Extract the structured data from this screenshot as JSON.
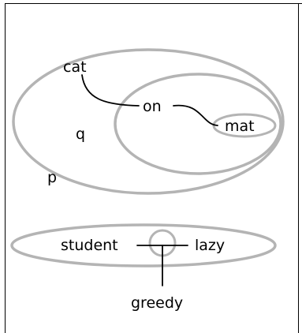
{
  "labels": {
    "p": "p",
    "q": "q",
    "cat": "cat",
    "on": "on",
    "mat": "mat",
    "student": "student",
    "lazy": "lazy",
    "greedy": "greedy"
  },
  "colors": {
    "ring": "#b4b4b4",
    "edge": "#000000",
    "text": "#000000",
    "background": "#ffffff"
  }
}
